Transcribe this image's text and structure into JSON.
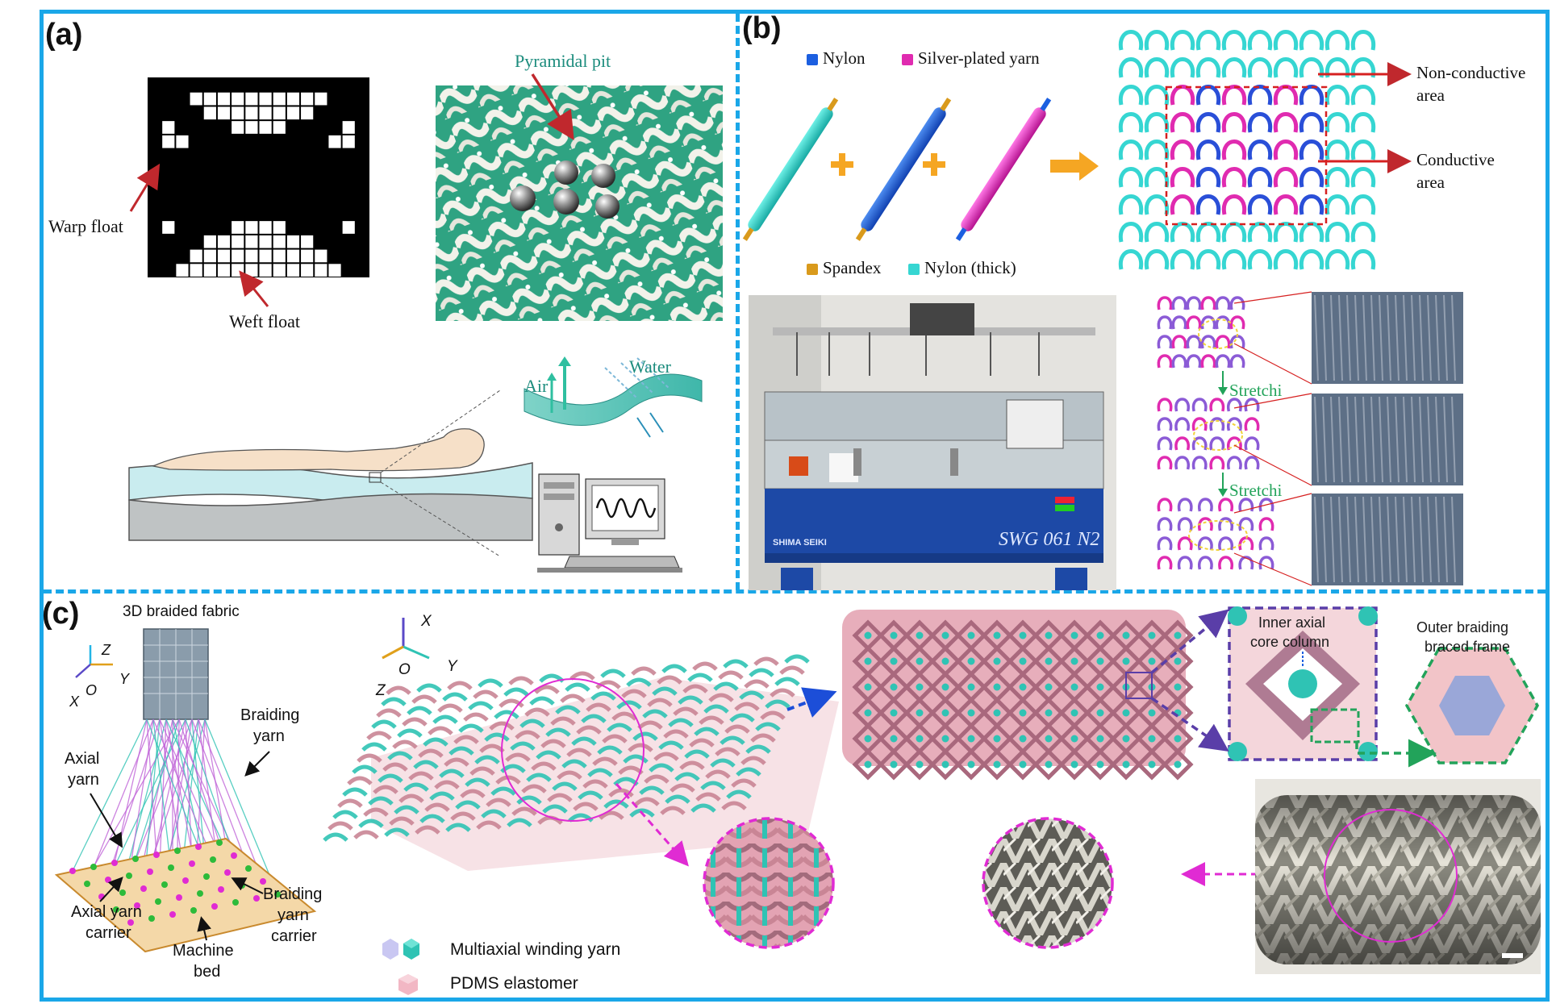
{
  "panels": {
    "a": {
      "label": "(a)",
      "warp_float": "Warp float",
      "weft_float": "Weft float",
      "pyramidal_pit": "Pyramidal pit",
      "air": "Air",
      "water": "Water"
    },
    "b": {
      "label": "(b)",
      "legend": {
        "nylon": "Nylon",
        "silver": "Silver-plated yarn",
        "spandex": "Spandex",
        "nylon_thick": "Nylon (thick)"
      },
      "non_conductive": "Non-conductive",
      "non_conductive_2": "area",
      "conductive": "Conductive",
      "conductive_2": "area",
      "stretch_1": "Stretchi",
      "stretch_2": "Stretchi",
      "machine_text": "SWG 061 N2",
      "machine_brand": "SHIMA SEIKI"
    },
    "c": {
      "label": "(c)",
      "braided_fabric": "3D braided fabric",
      "axis_z": "Z",
      "axis_y": "Y",
      "axis_x": "X",
      "axis_o": "O",
      "braiding_yarn_1": "Braiding",
      "braiding_yarn_2": "yarn",
      "axial_yarn_1": "Axial",
      "axial_yarn_2": "yarn",
      "axial_carrier_1": "Axial yarn",
      "axial_carrier_2": "carrier",
      "braiding_carrier_1": "Braiding",
      "braiding_carrier_2": "yarn",
      "braiding_carrier_3": "carrier",
      "machine_bed_1": "Machine",
      "machine_bed_2": "bed",
      "axis2_x": "X",
      "axis2_y": "Y",
      "axis2_z": "Z",
      "axis2_o": "O",
      "inner_axial_1": "Inner axial",
      "inner_axial_2": "core column",
      "outer_braiding_1": "Outer braiding",
      "outer_braiding_2": "braced frame",
      "legend_multiaxial": "Multiaxial winding yarn",
      "legend_pdms": "PDMS elastomer"
    }
  },
  "colors": {
    "frame": "#1aa7e8",
    "teal": "#2fc3b4",
    "pink": "#e58fa5",
    "magenta": "#e02bd3",
    "red_arrow": "#c0282d",
    "green_text": "#22a35a"
  }
}
